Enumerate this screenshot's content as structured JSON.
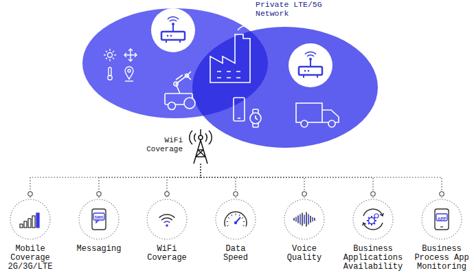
{
  "diagram": {
    "nodes": [
      {
        "text": [
          "Private LTE/5G Network"
        ]
      },
      {
        "text": [
          "WiFi Coverage"
        ]
      },
      {
        "text": [
          "Mobile Coverage 2G/3G/LTE"
        ]
      },
      {
        "text": [
          "Messaging"
        ]
      },
      {
        "text": [
          "WiFi Coverage"
        ]
      },
      {
        "text": [
          "Data Speed"
        ]
      },
      {
        "text": [
          "Voice Quality"
        ]
      },
      {
        "text": [
          "Business Applications Availability"
        ]
      },
      {
        "text": [
          "Business Process App Monitoring"
        ]
      }
    ],
    "edges": [
      {
        "from": 1,
        "to": 2,
        "arrow": "none"
      },
      {
        "from": 1,
        "to": 3,
        "arrow": "none"
      },
      {
        "from": 1,
        "to": 4,
        "arrow": "none"
      },
      {
        "from": 1,
        "to": 5,
        "arrow": "none"
      },
      {
        "from": 1,
        "to": 6,
        "arrow": "none"
      },
      {
        "from": 1,
        "to": 7,
        "arrow": "none"
      },
      {
        "from": 1,
        "to": 8,
        "arrow": "none"
      }
    ],
    "labels": [
      "SMS",
      "APP"
    ]
  }
}
